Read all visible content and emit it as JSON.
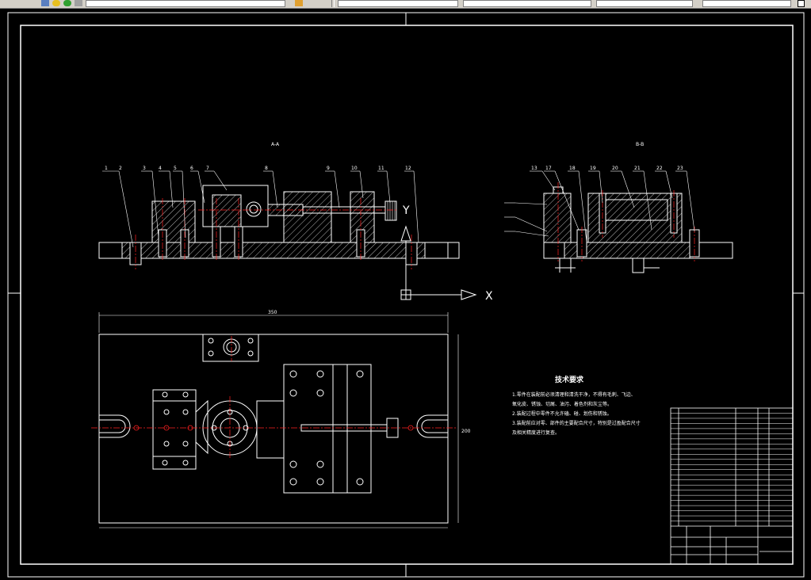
{
  "colors": {
    "background": "#000000",
    "line": "#ffffff",
    "centerline": "#ff2020",
    "dimension": "#ffffff",
    "toolbar": "#d4d0c8"
  },
  "icons": [
    "layer-icon",
    "sun-icon",
    "lightbulb-icon",
    "lock-icon",
    "color-swatch-icon"
  ],
  "views": {
    "front_label": "A-A",
    "side_label": "B-B"
  },
  "axis": {
    "x_label": "X",
    "y_label": "Y"
  },
  "dimensions": {
    "overall_width": "350",
    "overall_height": "200"
  },
  "balloons_front": [
    "1",
    "2",
    "3",
    "4",
    "5",
    "6",
    "7",
    "8",
    "9",
    "10",
    "11",
    "12"
  ],
  "balloons_side": [
    "13",
    "17",
    "18",
    "19",
    "20",
    "21",
    "22",
    "23"
  ],
  "tech_requirements": {
    "title": "技术要求",
    "lines": [
      "1.零件在装配前必须清理和清洗干净，不得有毛刺、飞边、",
      "氧化皮、锈蚀、切屑、油污、着色剂和灰尘等。",
      "2.装配过程中零件不允许磕、碰、划伤和锈蚀。",
      "3.装配前应对零、部件的主要配合尺寸，特别是过盈配合尺寸",
      "及相关精度进行复查。"
    ]
  }
}
